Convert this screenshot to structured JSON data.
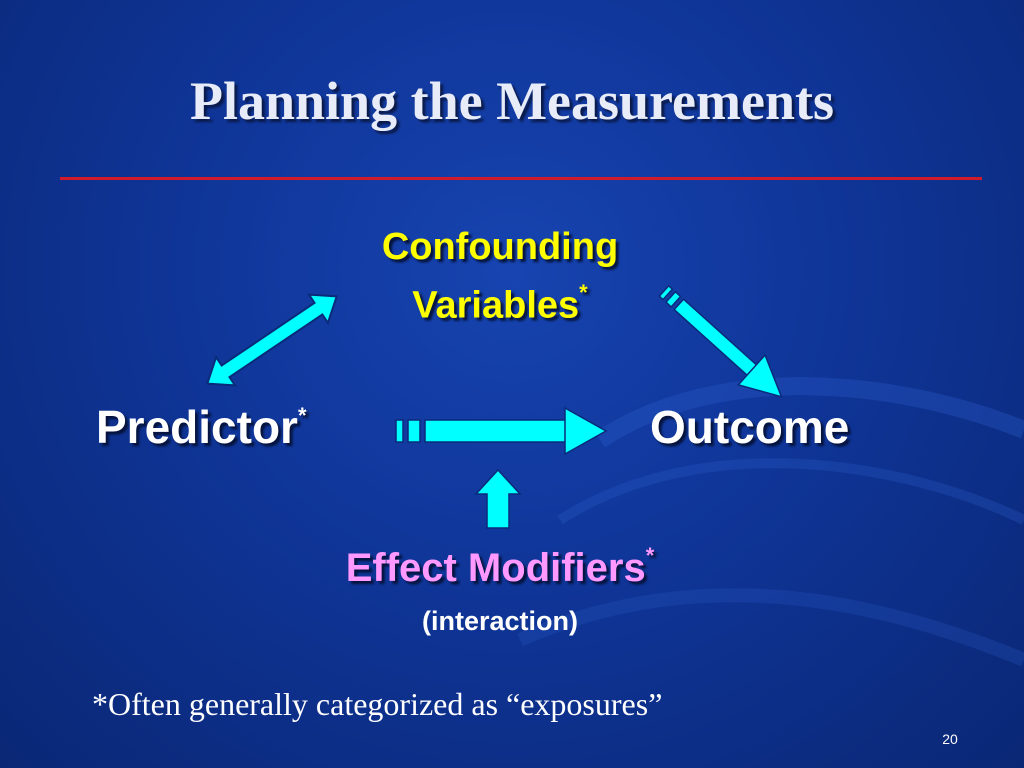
{
  "slide": {
    "title": "Planning the Measurements",
    "page_number": "20"
  },
  "diagram": {
    "confounding_line1": "Confounding",
    "confounding_line2": "Variables",
    "predictor": "Predictor",
    "outcome": "Outcome",
    "effect_modifiers": "Effect Modifiers",
    "interaction": "(interaction)",
    "asterisk": "*"
  },
  "footnote": "*Often generally categorized as “exposures”",
  "colors": {
    "background": "#0e2f8f",
    "title": "#e8ecf8",
    "rule": "#d11a2a",
    "confounding": "#ffff00",
    "effect_modifiers": "#ff99ff",
    "arrow_fill": "#00ffff",
    "text": "#ffffff"
  }
}
